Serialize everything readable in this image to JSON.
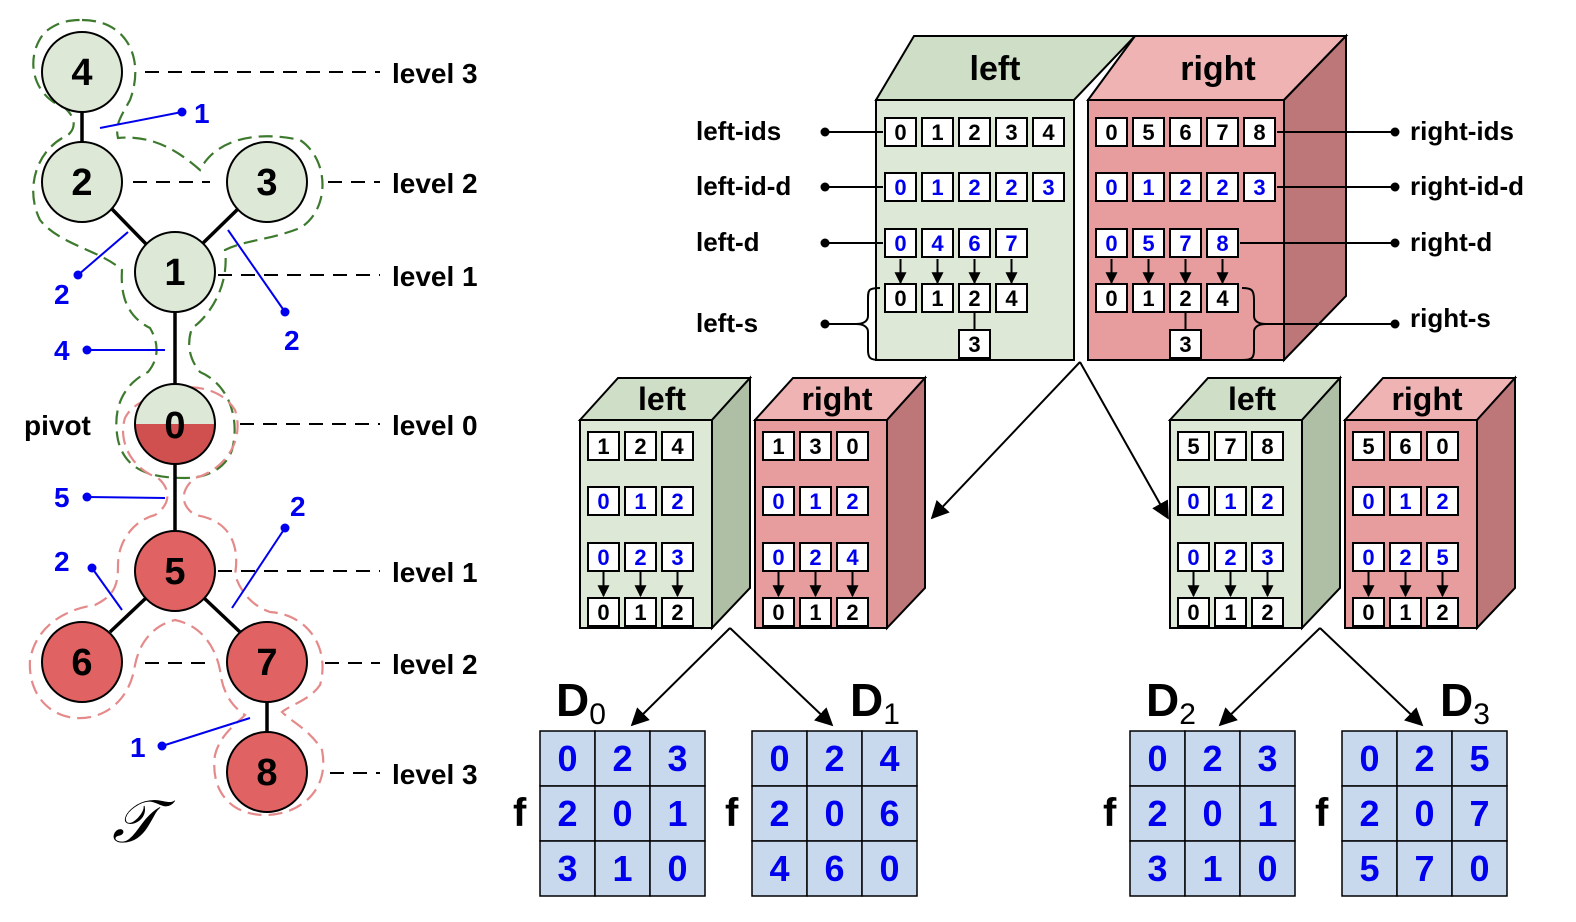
{
  "colors": {
    "green_fill": "#dde8d6",
    "green_side": "#aebfa5",
    "green_top": "#cfdec6",
    "green_dash": "#3d7a2e",
    "red_fill": "#e79c9d",
    "red_side": "#bd7778",
    "red_top": "#efb3b4",
    "red_node": "#e06262",
    "red_dash": "#e58a8a",
    "blue": "#0000ee",
    "table_fill": "#c8d9ee"
  },
  "tree": {
    "symbol": "𝒯",
    "pivot_label": "pivot",
    "nodes": [
      {
        "id": "4",
        "color": "green"
      },
      {
        "id": "2",
        "color": "green"
      },
      {
        "id": "3",
        "color": "green"
      },
      {
        "id": "1",
        "color": "green"
      },
      {
        "id": "0",
        "color": "split"
      },
      {
        "id": "5",
        "color": "red"
      },
      {
        "id": "6",
        "color": "red"
      },
      {
        "id": "7",
        "color": "red"
      },
      {
        "id": "8",
        "color": "red"
      }
    ],
    "levels": [
      "level 3",
      "level 2",
      "level 1",
      "level 0",
      "level 1",
      "level 2",
      "level 3"
    ],
    "edge_distances": [
      "1",
      "2",
      "2",
      "4",
      "5",
      "2",
      "2",
      "1"
    ]
  },
  "top_block": {
    "left_title": "left",
    "right_title": "right",
    "labels_left": [
      "left-ids",
      "left-id-d",
      "left-d",
      "left-s"
    ],
    "labels_right": [
      "right-ids",
      "right-id-d",
      "right-d",
      "right-s"
    ],
    "left_rows": [
      [
        "0",
        "1",
        "2",
        "3",
        "4"
      ],
      [
        "0",
        "1",
        "2",
        "2",
        "3"
      ],
      [
        "0",
        "4",
        "6",
        "7"
      ],
      [
        "0",
        "1",
        "2",
        "4"
      ]
    ],
    "left_extra": "3",
    "right_rows": [
      [
        "0",
        "5",
        "6",
        "7",
        "8"
      ],
      [
        "0",
        "1",
        "2",
        "2",
        "3"
      ],
      [
        "0",
        "5",
        "7",
        "8"
      ],
      [
        "0",
        "1",
        "2",
        "4"
      ]
    ],
    "right_extra": "3"
  },
  "sub_blocks": [
    {
      "left_title": "left",
      "right_title": "right",
      "left_rows": [
        [
          "1",
          "2",
          "4"
        ],
        [
          "0",
          "1",
          "2"
        ],
        [
          "0",
          "2",
          "3"
        ],
        [
          "0",
          "1",
          "2"
        ]
      ],
      "right_rows": [
        [
          "1",
          "3",
          "0"
        ],
        [
          "0",
          "1",
          "2"
        ],
        [
          "0",
          "2",
          "4"
        ],
        [
          "0",
          "1",
          "2"
        ]
      ]
    },
    {
      "left_title": "left",
      "right_title": "right",
      "left_rows": [
        [
          "5",
          "7",
          "8"
        ],
        [
          "0",
          "1",
          "2"
        ],
        [
          "0",
          "2",
          "3"
        ],
        [
          "0",
          "1",
          "2"
        ]
      ],
      "right_rows": [
        [
          "5",
          "6",
          "0"
        ],
        [
          "0",
          "1",
          "2"
        ],
        [
          "0",
          "2",
          "5"
        ],
        [
          "0",
          "1",
          "2"
        ]
      ]
    }
  ],
  "matrices": [
    {
      "name": "D",
      "subscript": "0",
      "row_label": "f",
      "rows": [
        [
          "0",
          "2",
          "3"
        ],
        [
          "2",
          "0",
          "1"
        ],
        [
          "3",
          "1",
          "0"
        ]
      ]
    },
    {
      "name": "D",
      "subscript": "1",
      "row_label": "f",
      "rows": [
        [
          "0",
          "2",
          "4"
        ],
        [
          "2",
          "0",
          "6"
        ],
        [
          "4",
          "6",
          "0"
        ]
      ]
    },
    {
      "name": "D",
      "subscript": "2",
      "row_label": "f",
      "rows": [
        [
          "0",
          "2",
          "3"
        ],
        [
          "2",
          "0",
          "1"
        ],
        [
          "3",
          "1",
          "0"
        ]
      ]
    },
    {
      "name": "D",
      "subscript": "3",
      "row_label": "f",
      "rows": [
        [
          "0",
          "2",
          "5"
        ],
        [
          "2",
          "0",
          "7"
        ],
        [
          "5",
          "7",
          "0"
        ]
      ]
    }
  ]
}
